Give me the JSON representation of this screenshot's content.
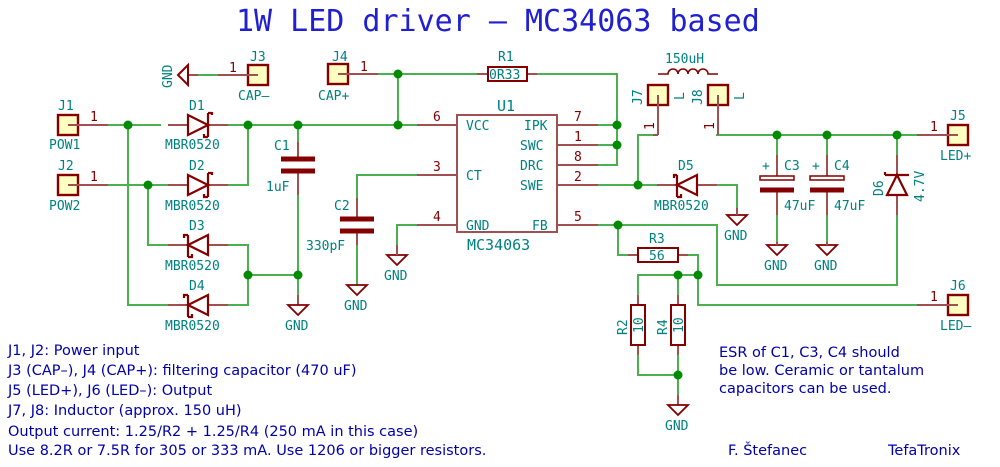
{
  "title": "1W LED driver – MC34063 based",
  "connectors": {
    "J1": {
      "ref": "J1",
      "value": "POW1",
      "pin": "1"
    },
    "J2": {
      "ref": "J2",
      "value": "POW2",
      "pin": "1"
    },
    "J3": {
      "ref": "J3",
      "value": "CAP–",
      "pin": "1"
    },
    "J4": {
      "ref": "J4",
      "value": "CAP+",
      "pin": "1"
    },
    "J5": {
      "ref": "J5",
      "value": "LED+",
      "pin": "1"
    },
    "J6": {
      "ref": "J6",
      "value": "LED–",
      "pin": "1"
    },
    "J7": {
      "ref": "J7",
      "value": "L",
      "pin": "1"
    },
    "J8": {
      "ref": "J8",
      "value": "L",
      "pin": "1"
    }
  },
  "diodes": {
    "D1": {
      "ref": "D1",
      "value": "MBR0520"
    },
    "D2": {
      "ref": "D2",
      "value": "MBR0520"
    },
    "D3": {
      "ref": "D3",
      "value": "MBR0520"
    },
    "D4": {
      "ref": "D4",
      "value": "MBR0520"
    },
    "D5": {
      "ref": "D5",
      "value": "MBR0520"
    },
    "D6": {
      "ref": "D6",
      "value": "4.7V"
    }
  },
  "capacitors": {
    "C1": {
      "ref": "C1",
      "value": "1uF"
    },
    "C2": {
      "ref": "C2",
      "value": "330pF"
    },
    "C3": {
      "ref": "C3",
      "value": "47uF",
      "polarity": "+"
    },
    "C4": {
      "ref": "C4",
      "value": "47uF",
      "polarity": "+"
    }
  },
  "resistors": {
    "R1": {
      "ref": "R1",
      "value": "0R33"
    },
    "R2": {
      "ref": "R2",
      "value": "10"
    },
    "R3": {
      "ref": "R3",
      "value": "56"
    },
    "R4": {
      "ref": "R4",
      "value": "10"
    }
  },
  "inductor": {
    "value": "150uH"
  },
  "ic": {
    "ref": "U1",
    "value": "MC34063",
    "pins": {
      "vcc": {
        "name": "VCC",
        "num": "6"
      },
      "ct": {
        "name": "CT",
        "num": "3"
      },
      "gnd": {
        "name": "GND",
        "num": "4"
      },
      "ipk": {
        "name": "IPK",
        "num": "7"
      },
      "swc": {
        "name": "SWC",
        "num": "1"
      },
      "drc": {
        "name": "DRC",
        "num": "8"
      },
      "swe": {
        "name": "SWE",
        "num": "2"
      },
      "fb": {
        "name": "FB",
        "num": "5"
      }
    }
  },
  "gnd_label": "GND",
  "notes": [
    "J1, J2: Power input",
    "J3 (CAP–), J4 (CAP+): filtering capacitor (470 uF)",
    "J5 (LED+), J6 (LED–): Output",
    "J7, J8: Inductor (approx. 150 uH)",
    "Output current: 1.25/R2 + 1.25/R4 (250 mA in this case)",
    "Use 8.2R or 7.5R for 305 or 333 mA. Use 1206 or bigger resistors."
  ],
  "esr_note": [
    "ESR of C1, C3, C4 should",
    "be low. Ceramic or tantalum",
    "capacitors can be used."
  ],
  "author": "F. Štefanec",
  "company": "TefaTronix"
}
